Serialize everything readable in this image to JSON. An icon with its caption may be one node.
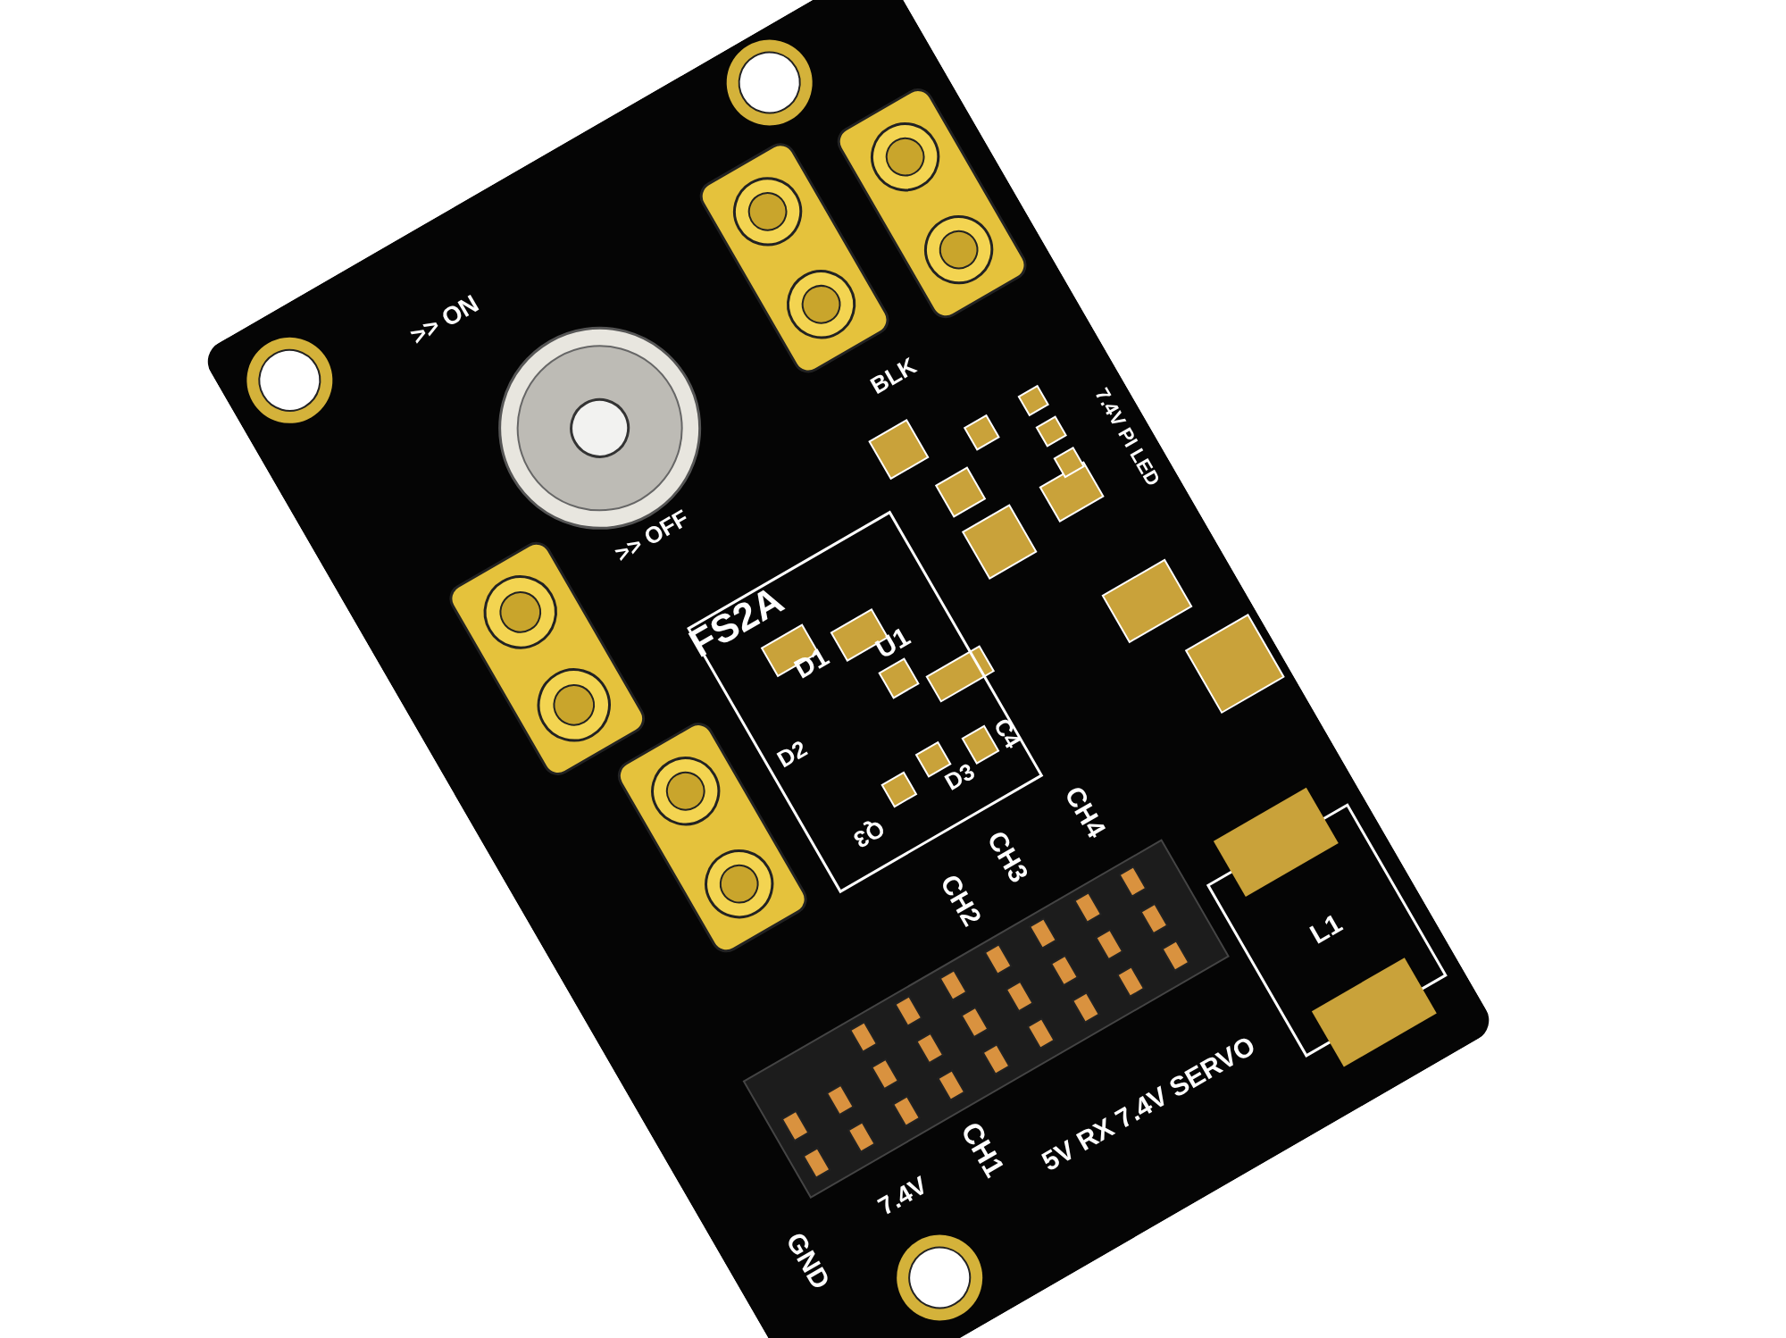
{
  "diagram": {
    "labels": [
      ">> ON",
      "BLK",
      "7.4V PI LED",
      ">> OFF",
      "FS2A",
      "D1",
      "U1",
      "D2",
      "D3",
      "C4",
      "Q3",
      "CH2",
      "CH3",
      "CH4",
      "L1",
      "7.4V",
      "CH1",
      "5V RX 7.4V SERVO",
      "GND"
    ]
  }
}
